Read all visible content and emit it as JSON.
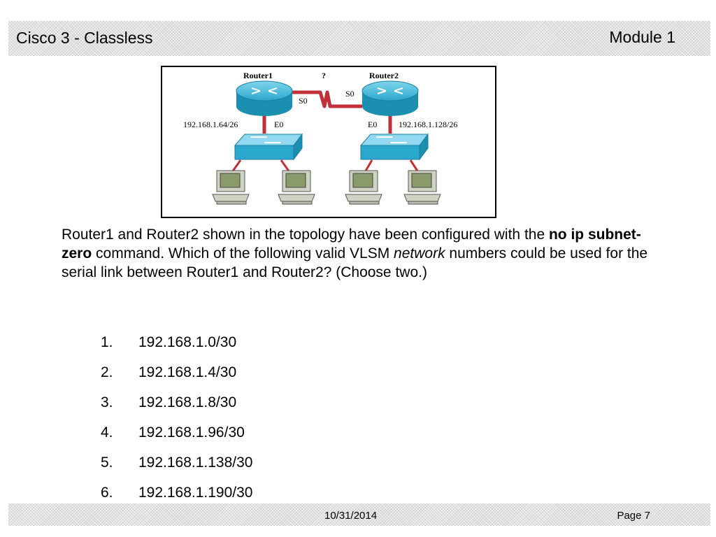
{
  "header": {
    "title": "Cisco 3 - Classless",
    "module": "Module 1"
  },
  "diagram": {
    "router1_label": "Router1",
    "router2_label": "Router2",
    "link_label": "?",
    "router1_serial": "S0",
    "router2_serial": "S0",
    "router1_ethernet": "E0",
    "router2_ethernet": "E0",
    "router1_lan": "192.168.1.64/26",
    "router2_lan": "192.168.1.128/26",
    "colors": {
      "router": "#1aa0c0",
      "switch": "#29a9d3",
      "link": "#c0303a",
      "pc": "#cfd3c4"
    }
  },
  "question": {
    "part1": "Router1 and Router2 shown in the topology have been configured with the ",
    "command": "no ip subnet-zero",
    "part2": " command. Which of the following valid VLSM ",
    "emphasis": "network",
    "part3": " numbers could be used for the serial link between Router1 and Router2? (Choose two.)"
  },
  "options": [
    {
      "num": "1.",
      "text": "192.168.1.0/30"
    },
    {
      "num": "2.",
      "text": "192.168.1.4/30"
    },
    {
      "num": "3.",
      "text": "192.168.1.8/30"
    },
    {
      "num": "4.",
      "text": "192.168.1.96/30"
    },
    {
      "num": "5.",
      "text": "192.168.1.138/30"
    },
    {
      "num": "6.",
      "text": "192.168.1.190/30"
    }
  ],
  "footer": {
    "date": "10/31/2014",
    "page": "Page 7"
  }
}
